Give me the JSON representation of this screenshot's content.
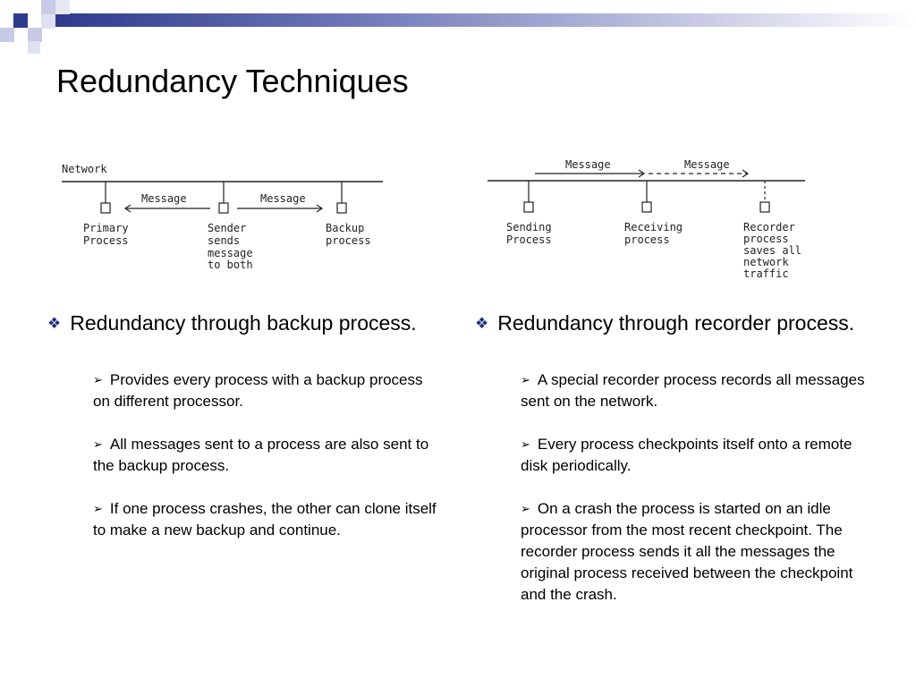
{
  "slide": {
    "title": "Redundancy Techniques",
    "colors": {
      "accent": "#2e3a8c",
      "bullet": "#1f2f80",
      "square_light": "#c6cae6"
    },
    "icons": {
      "heading_bullet": "diamond-bullet-icon",
      "sub_bullet": "arrow-bullet-icon"
    }
  },
  "diagram_left": {
    "network_label": "Network",
    "message_left": "Message",
    "message_right": "Message",
    "primary": [
      "Primary",
      "Process"
    ],
    "sender": [
      "Sender",
      "sends",
      "message",
      "to both"
    ],
    "backup": [
      "Backup",
      "process"
    ]
  },
  "diagram_right": {
    "message_1": "Message",
    "message_2": "Message",
    "sending": [
      "Sending",
      "Process"
    ],
    "receiving": [
      "Receiving",
      "process"
    ],
    "recorder": [
      "Recorder",
      "process",
      "saves all",
      "network",
      "traffic"
    ]
  },
  "left_column": {
    "heading": "Redundancy through backup process.",
    "bullet_glyph": "❖",
    "items": [
      "Provides every process with a backup process on different processor.",
      "All messages sent to a process are also sent to the backup process.",
      "If one process crashes, the other can clone itself to make a new backup and continue."
    ]
  },
  "right_column": {
    "heading": "Redundancy through recorder process.",
    "bullet_glyph": "❖",
    "items": [
      "A special recorder process records all messages sent on the network.",
      "Every process checkpoints itself onto a remote disk periodically.",
      "On a crash the process is started on an idle processor from the most recent checkpoint. The recorder process sends it all the messages the original process received between the checkpoint and the crash."
    ]
  }
}
